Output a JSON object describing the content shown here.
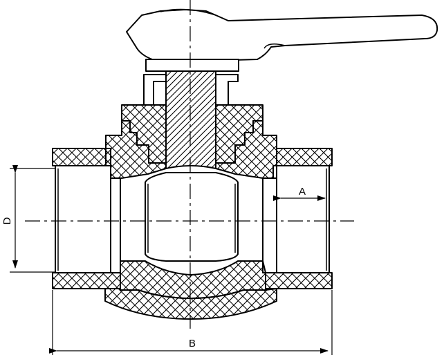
{
  "diagram": {
    "type": "technical-section-drawing",
    "subject": "ball-valve-cross-section",
    "dimensions": [
      {
        "id": "A",
        "label": "A"
      },
      {
        "id": "B",
        "label": "B"
      },
      {
        "id": "D",
        "label": "D"
      }
    ],
    "parts": [
      "lever-handle",
      "handle-nut",
      "stem",
      "bonnet",
      "body",
      "ball",
      "left-union-nut",
      "right-union-nut",
      "left-socket",
      "right-socket"
    ],
    "colors": {
      "line": "#000000",
      "background": "#ffffff"
    }
  }
}
